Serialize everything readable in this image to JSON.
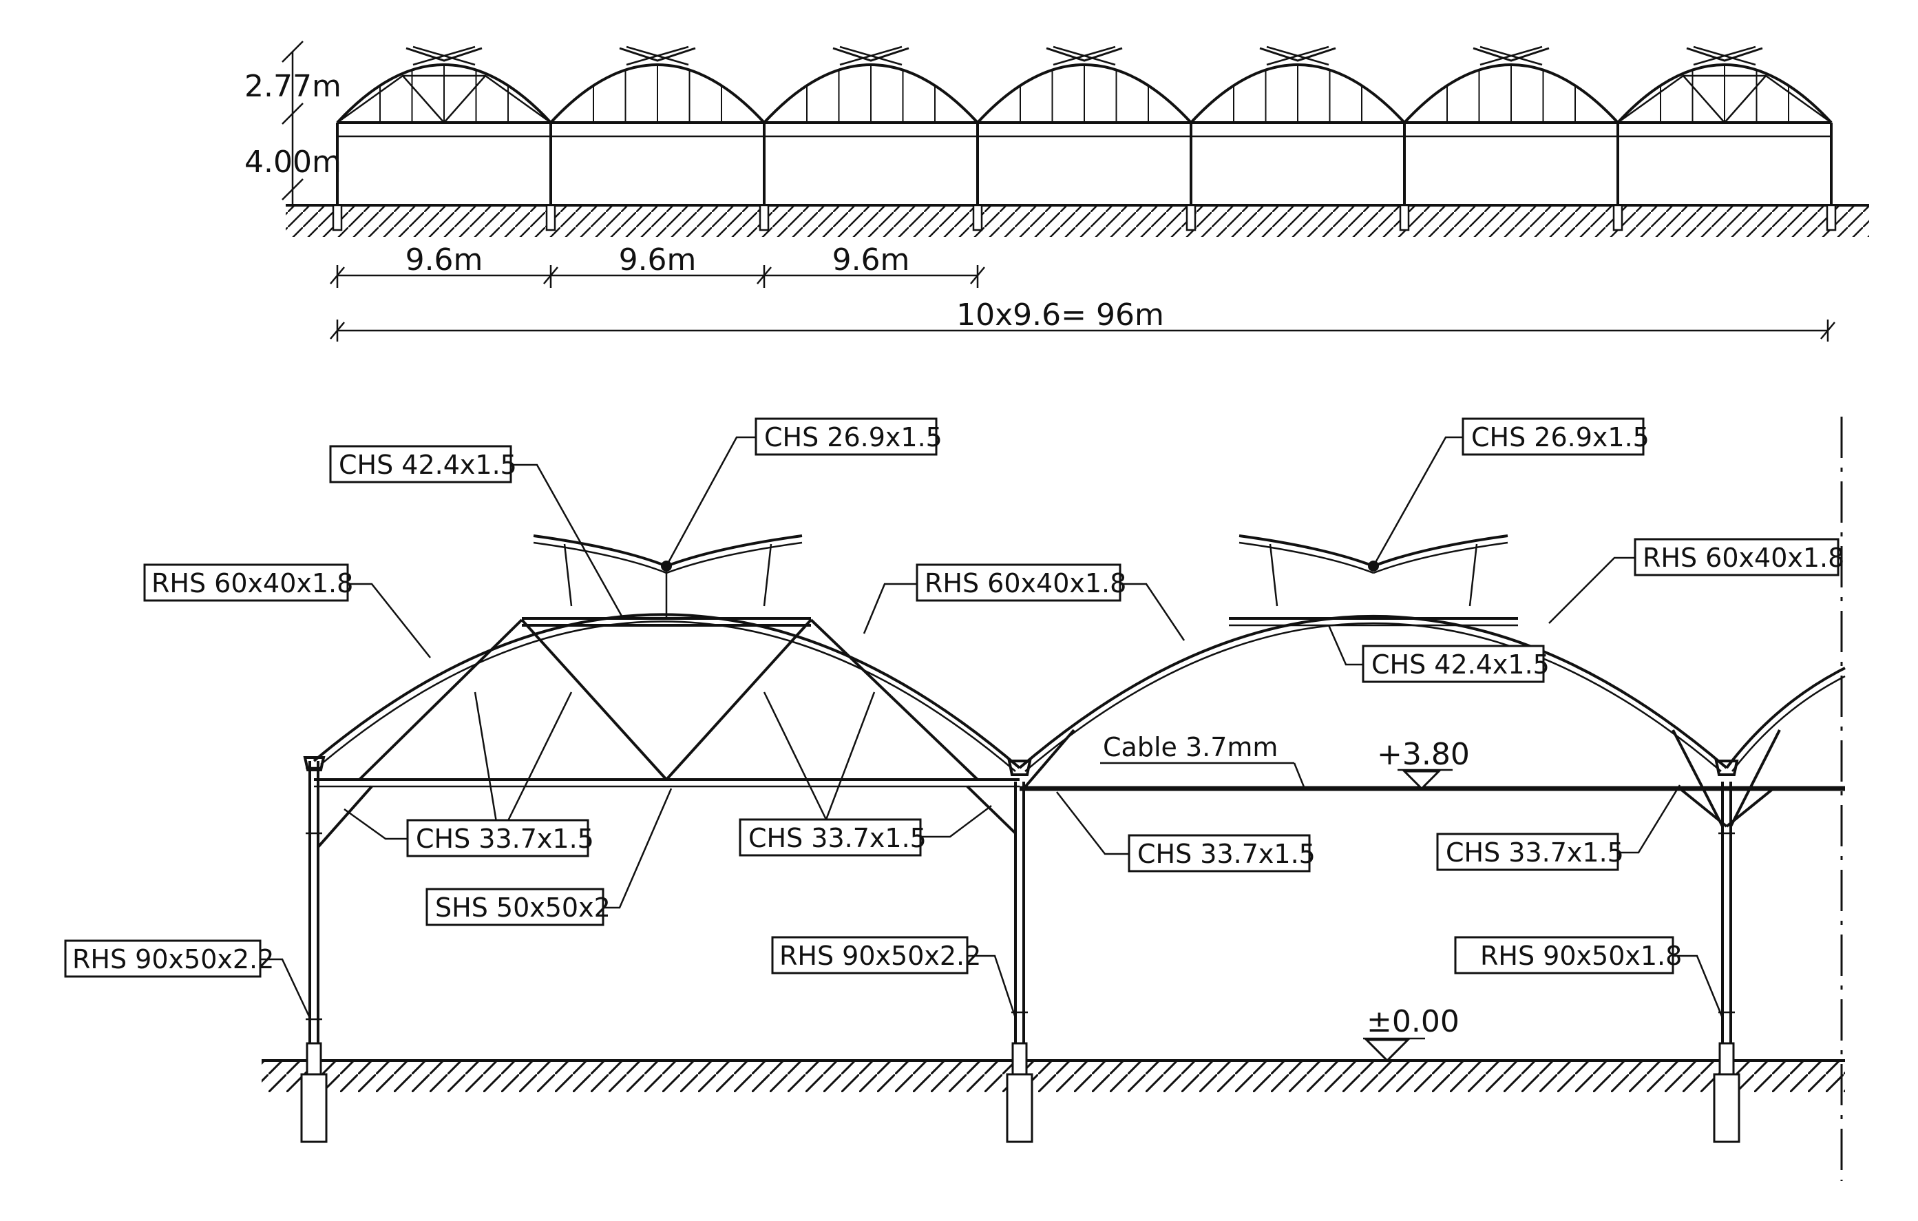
{
  "elevation": {
    "rise_label": "2.77m",
    "height_label": "4.00m",
    "bay_labels": [
      "9.6m",
      "9.6m",
      "9.6m"
    ],
    "total_label": "10x9.6= 96m"
  },
  "section": {
    "levels": {
      "top": "+3.80",
      "ground": "±0.00"
    },
    "cable_label": "Cable  3.7mm",
    "member_labels": {
      "vent_arm_1": "CHS  26.9x1.5",
      "vent_base_1": "CHS  42.4x1.5",
      "arch_left_1": "RHS  60x40x1.8",
      "arch_mid": "RHS  60x40x1.8",
      "vent_arm_2": "CHS  26.9x1.5",
      "arch_right_2": "RHS  60x40x1.8",
      "vent_base_2": "CHS  42.4x1.5",
      "truss_diag_left": "CHS  33.7x1.5",
      "truss_diag_right": "CHS  33.7x1.5",
      "gutter_brace_mid": "CHS  33.7x1.5",
      "gutter_brace_right": "CHS  33.7x1.5",
      "bottom_chord": "SHS  50x50x2",
      "column_left": "RHS  90x50x2.2",
      "column_mid": "RHS  90x50x2.2",
      "column_right": "RHS  90x50x1.8"
    }
  }
}
